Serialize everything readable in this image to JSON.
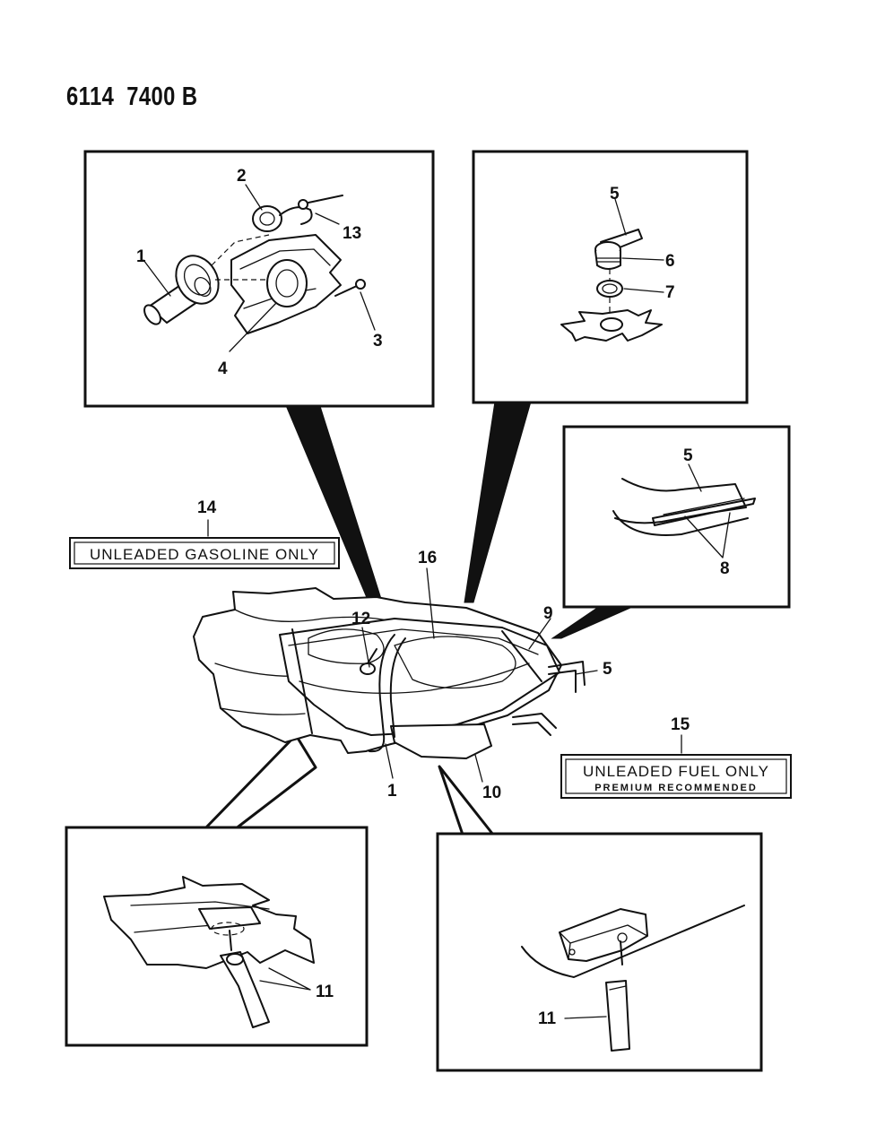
{
  "document_id": "6114  7400 B",
  "callouts": {
    "c1_inset": "1",
    "c2": "2",
    "c3": "3",
    "c4": "4",
    "c13": "13",
    "c5_top": "5",
    "c6": "6",
    "c7": "7",
    "c5_right": "5",
    "c8": "8",
    "c14": "14",
    "c16": "16",
    "c12": "12",
    "c9": "9",
    "c5_main": "5",
    "c15": "15",
    "c1_main": "1",
    "c10": "10",
    "c11_left": "11",
    "c11_right": "11"
  },
  "decals": {
    "gasoline": "UNLEADED GASOLINE ONLY",
    "fuel_line1": "UNLEADED FUEL ONLY",
    "fuel_line2": "PREMIUM RECOMMENDED"
  }
}
